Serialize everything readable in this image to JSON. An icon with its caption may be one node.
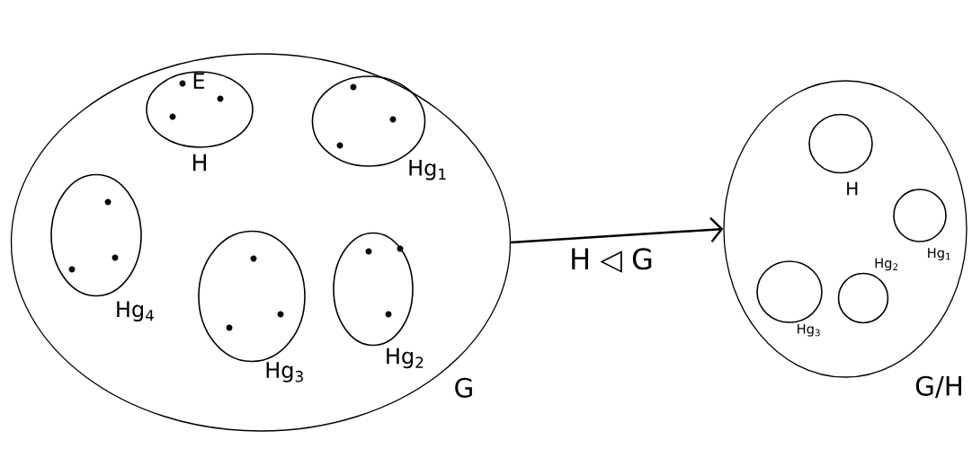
{
  "diagram": {
    "nodes": [
      {
        "text": [
          "G"
        ]
      },
      {
        "text": [
          "H"
        ],
        "in": 0
      },
      {
        "text": [
          "Hg$_{1}$"
        ],
        "in": 0
      },
      {
        "text": [
          "Hg$_{4}$"
        ],
        "in": 0
      },
      {
        "text": [
          "Hg$_{3}$"
        ],
        "in": 0
      },
      {
        "text": [
          "Hg$_{2}$"
        ],
        "in": 0
      },
      {
        "text": [
          "G/H"
        ]
      },
      {
        "text": [
          "H"
        ],
        "in": 6
      },
      {
        "text": [
          "Hg$_{1}$"
        ],
        "in": 6
      },
      {
        "text": [
          "Hg$_{2}$"
        ],
        "in": 6
      },
      {
        "text": [
          "Hg$_{3}$"
        ],
        "in": 6
      }
    ],
    "edges": [
      {
        "from": 0,
        "to": 6,
        "arrow": "to",
        "label": "H ◁ G"
      }
    ],
    "labels": [
      "E"
    ]
  }
}
